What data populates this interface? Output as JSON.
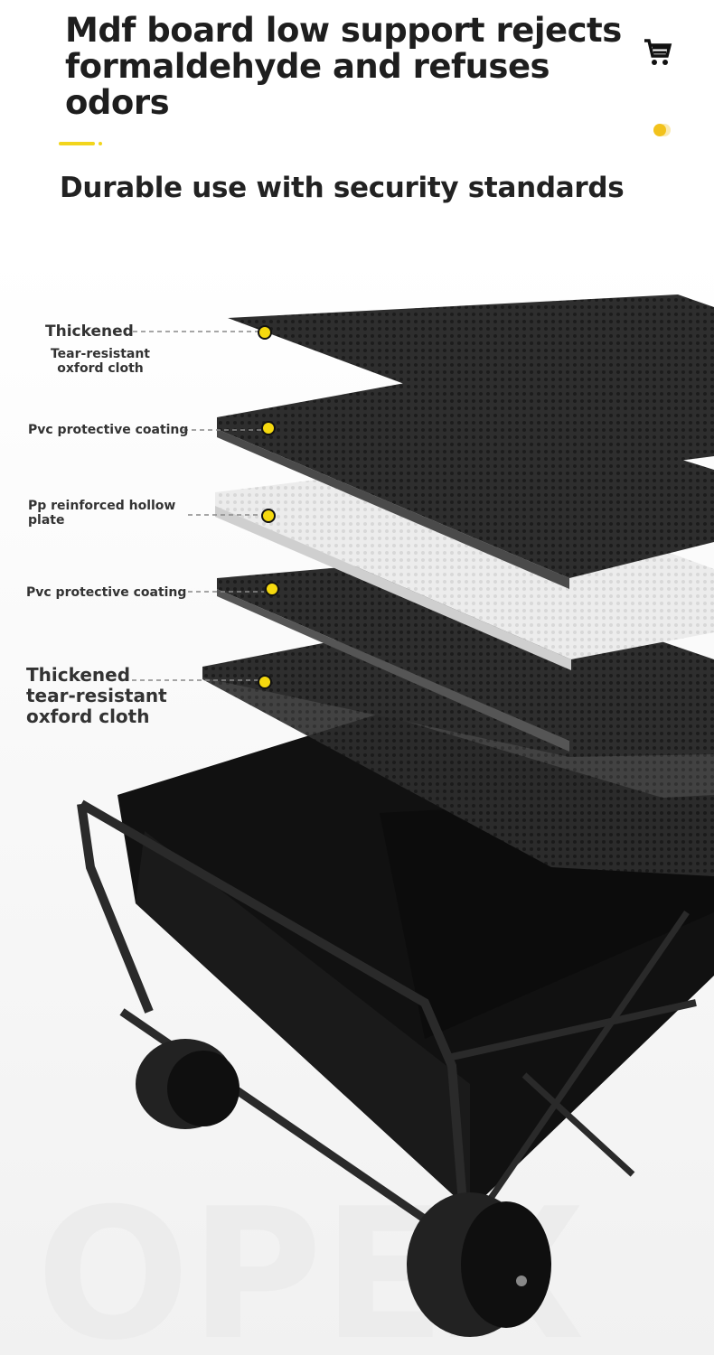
{
  "header": {
    "title": "Mdf board low support rejects formaldehyde and refuses odors",
    "subtitle": "Durable use with security standards",
    "cart_icon": "shopping-cart-icon"
  },
  "layers": [
    {
      "label_main": "Thickened",
      "label_sub": "Tear-resistant oxford cloth"
    },
    {
      "label": "Pvc protective coating"
    },
    {
      "label_line1": "Pp reinforced hollow",
      "label_line2": "plate"
    },
    {
      "label": "Pvc protective coating"
    },
    {
      "label_line1": "Thickened",
      "label_line2": "tear-resistant",
      "label_line3": "oxford cloth"
    }
  ],
  "colors": {
    "accent": "#f2d51c",
    "text": "#222222",
    "layer_dark": "#2b2b2b",
    "layer_light": "#e6e6e6"
  }
}
